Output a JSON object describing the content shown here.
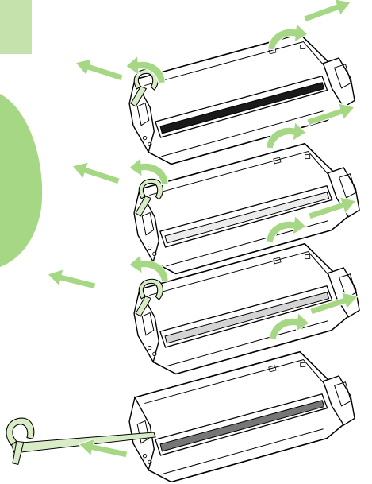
{
  "figure": {
    "cartridges": [
      {
        "id": "cartridge-black",
        "drum_fill": "#1a1a1a",
        "front_tape": true,
        "back_tape": true
      },
      {
        "id": "cartridge-light",
        "drum_fill": "#ececec",
        "front_tape": true,
        "back_tape": true
      },
      {
        "id": "cartridge-medium",
        "drum_fill": "#d4d4d4",
        "front_tape": true,
        "back_tape": true
      },
      {
        "id": "cartridge-dark",
        "drum_fill": "#767676",
        "front_tape": false,
        "back_tape": true,
        "pulled_tape": true
      }
    ],
    "colors": {
      "accent_green": "#a6d785",
      "arrow_green": "#8ed06e",
      "light_green_block": "#c5e2ad",
      "outline": "#000000",
      "drum_frame": "#ffffff"
    },
    "icons": [
      "left-arrow-icon",
      "right-arrow-icon",
      "curved-arrow-icon",
      "tape-tab-icon"
    ]
  }
}
